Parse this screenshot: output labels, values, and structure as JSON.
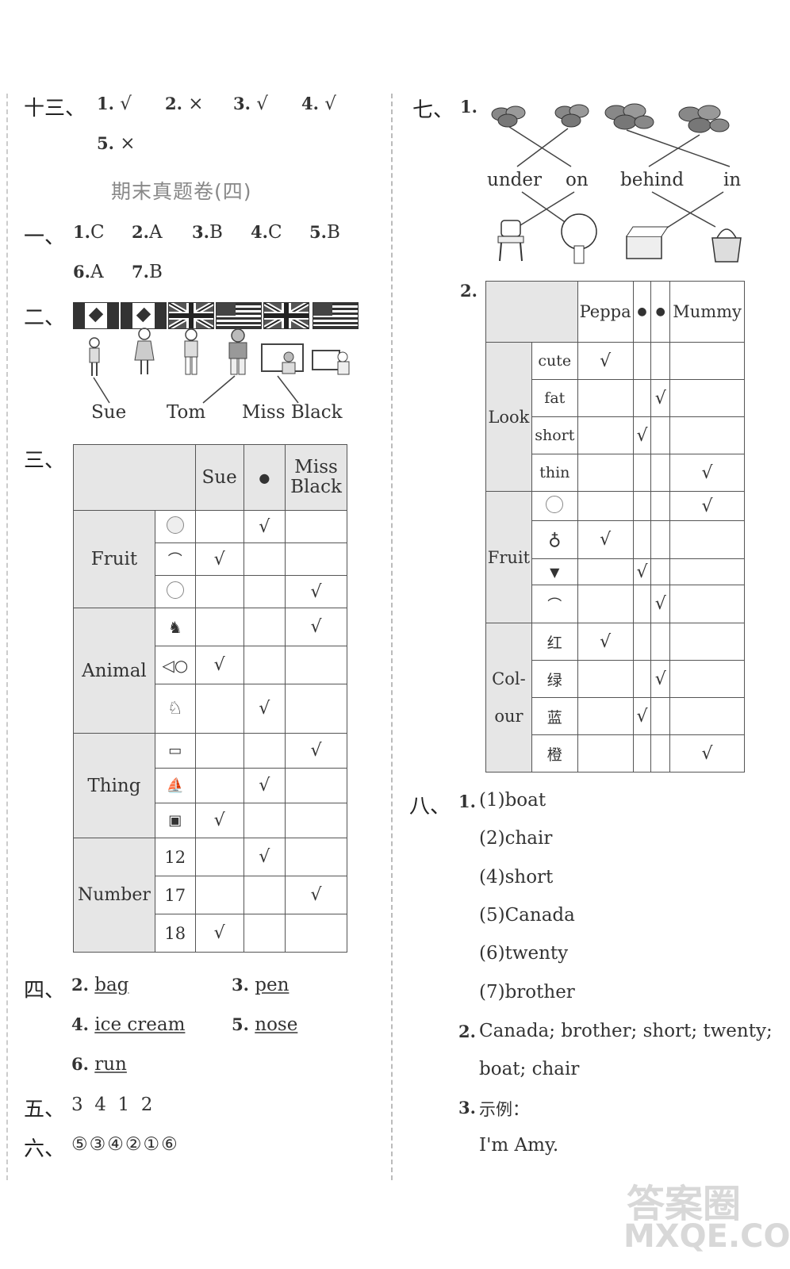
{
  "left": {
    "s13": {
      "label": "十三、",
      "items": [
        {
          "n": "1.",
          "a": "√"
        },
        {
          "n": "2.",
          "a": "×"
        },
        {
          "n": "3.",
          "a": "√"
        },
        {
          "n": "4.",
          "a": "√"
        },
        {
          "n": "5.",
          "a": "×"
        }
      ]
    },
    "title": "期末真题卷(四)",
    "s1": {
      "label": "一、",
      "items": [
        {
          "n": "1.",
          "a": "C"
        },
        {
          "n": "2.",
          "a": "A"
        },
        {
          "n": "3.",
          "a": "B"
        },
        {
          "n": "4.",
          "a": "C"
        },
        {
          "n": "5.",
          "a": "B"
        },
        {
          "n": "6.",
          "a": "A"
        },
        {
          "n": "7.",
          "a": "B"
        }
      ]
    },
    "s2": {
      "label": "二、",
      "names": [
        "Sue",
        "Tom",
        "Miss Black"
      ]
    },
    "s3": {
      "label": "三、",
      "headers": [
        "Sue",
        "●",
        "Miss",
        "Black"
      ],
      "groups": [
        "Fruit",
        "Animal",
        "Thing",
        "Number"
      ],
      "numbers": [
        "12",
        "17",
        "18"
      ],
      "check": "√"
    },
    "s4": {
      "label": "四、",
      "items": [
        {
          "n": "2.",
          "w": "bag"
        },
        {
          "n": "3.",
          "w": "pen"
        },
        {
          "n": "4.",
          "w": "ice cream"
        },
        {
          "n": "5.",
          "w": "nose"
        },
        {
          "n": "6.",
          "w": "run"
        }
      ]
    },
    "s5": {
      "label": "五、",
      "text": "3  4  1  2"
    },
    "s6": {
      "label": "六、",
      "text": "⑤③④②①⑥"
    }
  },
  "right": {
    "s7": {
      "label": "七、",
      "q1": "1.",
      "words": [
        "under",
        "on",
        "behind",
        "in"
      ],
      "q2": "2.",
      "headers": [
        "Peppa",
        "●",
        "●",
        "Mummy"
      ],
      "groups": [
        "Look",
        "Fruit",
        "Col-",
        "our"
      ],
      "look": [
        "cute",
        "fat",
        "short",
        "thin"
      ],
      "colours": [
        "红",
        "绿",
        "蓝",
        "橙"
      ],
      "check": "√"
    },
    "s8": {
      "label": "八、",
      "q1": "1.",
      "list": [
        "(1)boat",
        "(2)chair",
        "(4)short",
        "(5)Canada",
        "(6)twenty",
        "(7)brother"
      ],
      "q2": "2.",
      "q2_line1": "Canada; brother; short; twenty;",
      "q2_line2": "boat; chair",
      "q3": "3.",
      "q3_label": "示例：",
      "q3_answer": "I'm Amy."
    }
  },
  "watermark": {
    "line1": "答案圈",
    "line2": "MXQE.COM"
  }
}
